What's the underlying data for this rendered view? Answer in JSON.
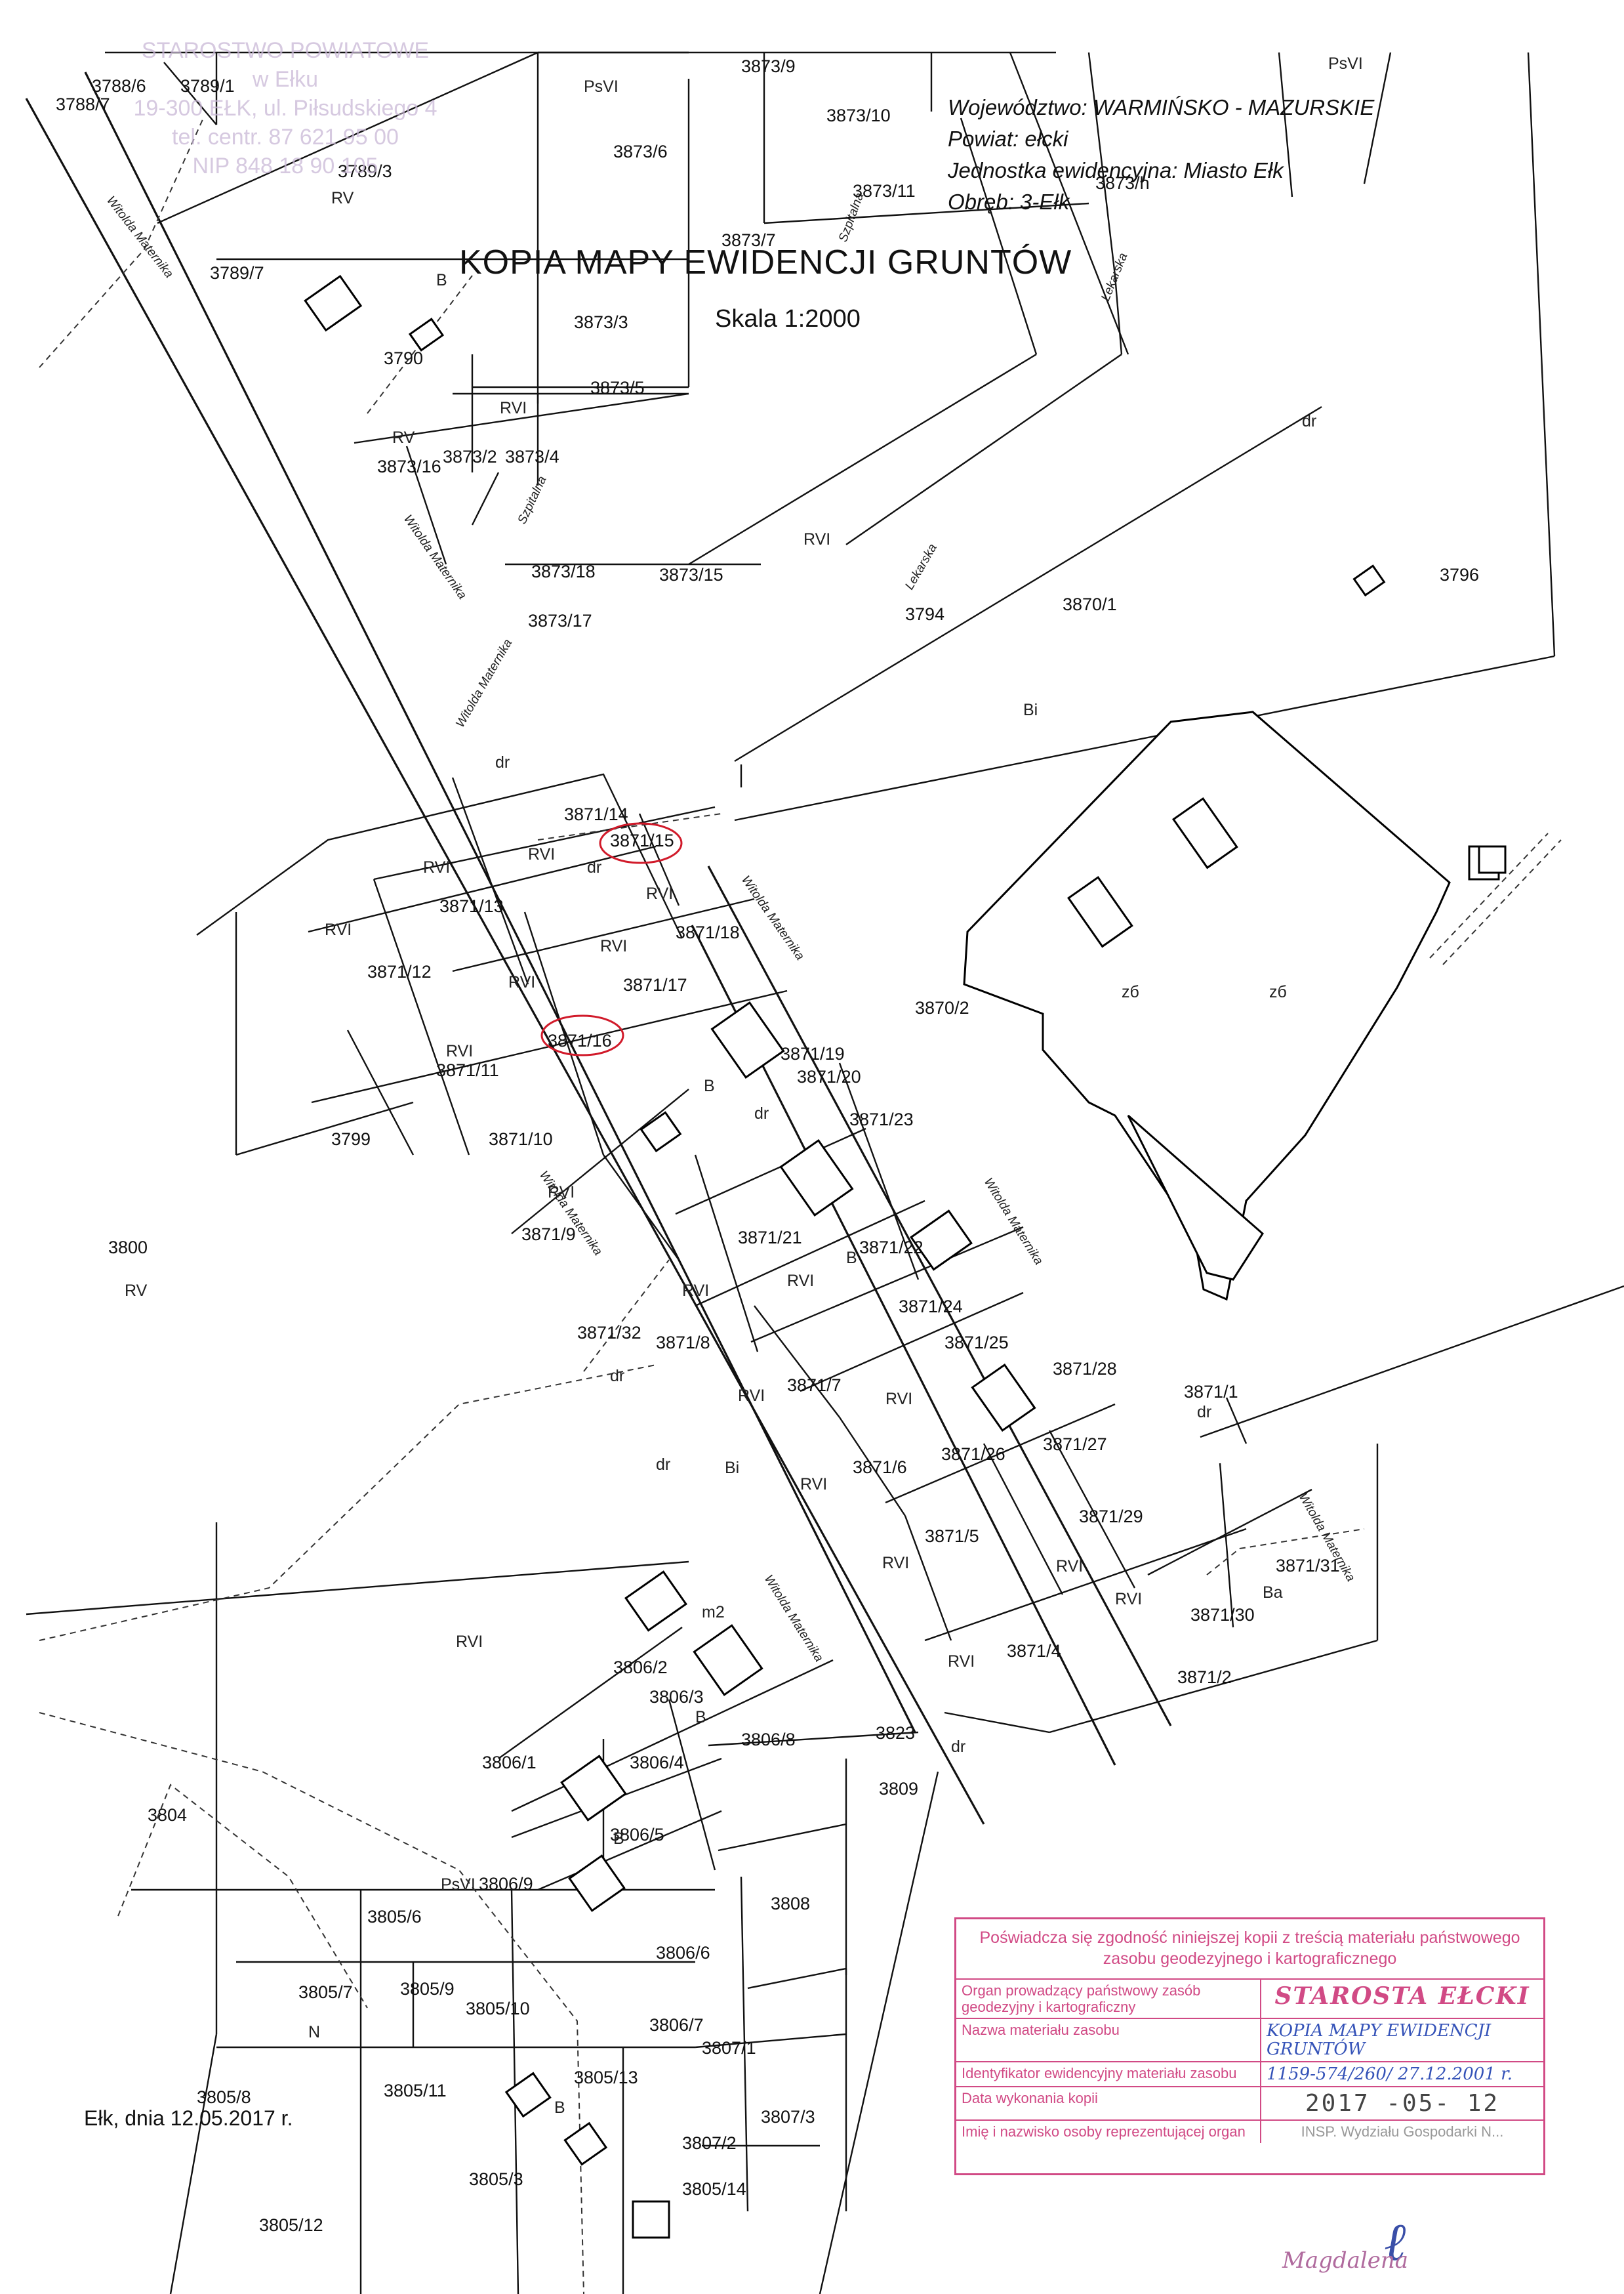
{
  "header": {
    "voivodeship": "Województwo:  WARMIŃSKO - MAZURSKIE",
    "county": "Powiat:  ełcki",
    "unit": "Jednostka ewidencyjna:  Miasto Ełk",
    "precinct": "Obręb:  3-Ełk"
  },
  "title": "KOPIA  MAPY  EWIDENCJI GRUNTÓW",
  "scale": "Skala 1:2000",
  "place_date": "Ełk, dnia 12.05.2017 r.",
  "faded_stamp": {
    "line1": "STAROSTWO POWIATOWE",
    "line2": "w Ełku",
    "line3": "19-300 EŁK, ul. Piłsudskiego 4",
    "line4": "tel. centr. 87 621 95 00",
    "line5": "NIP 848 18 90 105"
  },
  "certificate": {
    "heading": "Poświadcza się zgodność niniejszej kopii z treścią materiału państwowego zasobu geodezyjnego i kartograficznego",
    "rows": [
      {
        "label": "Organ prowadzący państwowy zasób geodezyjny i kartograficzny",
        "value": "STAROSTA EŁCKI"
      },
      {
        "label": "Nazwa materiału zasobu",
        "value": "KOPIA MAPY EWIDENCJI GRUNTÓW"
      },
      {
        "label": "Identyfikator ewidencyjny materiału zasobu",
        "value": "1159-574/260/ 27.12.2001 r."
      },
      {
        "label": "Data wykonania kopii",
        "value": "2017 -05- 12"
      },
      {
        "label": "Imię i nazwisko osoby reprezentującej organ",
        "value": "INSP. Wydziału Gospodarki N..."
      }
    ]
  },
  "signature": "Magdalena",
  "streets": {
    "witolda": "Witolda Maternika",
    "lekarska": "Lekarska",
    "szpitalna": "Szpitalna"
  },
  "parcels": [
    "3788/6",
    "3788/7",
    "3789/1",
    "3789/3",
    "3789/7",
    "3790",
    "3873/9",
    "3873/10",
    "3873/6",
    "3873/11",
    "3873/7",
    "3873/3",
    "3873/5",
    "3873/16",
    "3873/2",
    "3873/4",
    "3873/18",
    "3873/15",
    "3873/17",
    "3794",
    "3870/1",
    "3796",
    "3871/14",
    "3871/15",
    "3871/13",
    "3871/18",
    "3871/12",
    "3871/17",
    "3871/16",
    "3871/11",
    "3871/19",
    "3871/20",
    "3870/2",
    "3799",
    "3871/10",
    "3871/23",
    "3871/9",
    "3871/21",
    "3871/22",
    "3800",
    "3871/24",
    "3871/32",
    "3871/8",
    "3871/25",
    "3871/28",
    "3871/7",
    "3871/26",
    "3871/27",
    "3871/1",
    "3871/6",
    "3871/29",
    "3871/5",
    "3871/31",
    "3871/30",
    "3871/4",
    "3871/2",
    "3806/2",
    "3806/3",
    "3806/8",
    "3823",
    "3806/1",
    "3806/4",
    "3809",
    "3804",
    "3806/5",
    "3806/9",
    "3805/6",
    "3808",
    "3806/6",
    "3805/7",
    "3805/9",
    "3805/10",
    "3806/7",
    "3807/1",
    "3805/8",
    "3805/11",
    "3805/13",
    "3807/3",
    "3807/2",
    "3805/3",
    "3805/12",
    "3805/14",
    "3873/h"
  ],
  "land_use": [
    "PsVI",
    "RV",
    "B",
    "RVI",
    "dr",
    "Bi",
    "zб",
    "Ba",
    "N",
    "PsVI",
    "m2"
  ]
}
